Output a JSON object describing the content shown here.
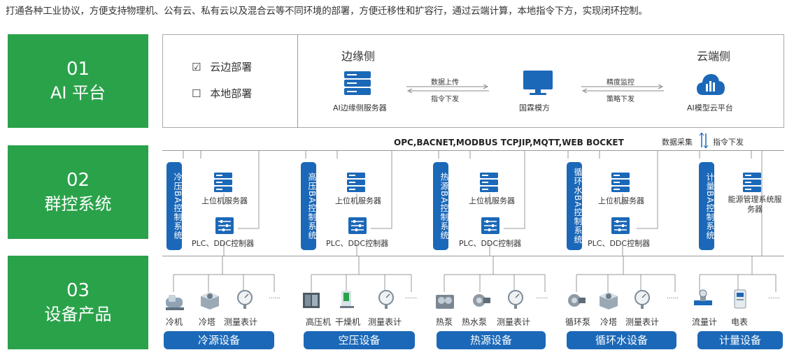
{
  "headline": "打通各种工业协议，方便支持物理机、公有云、私有云以及混合云等不同环境的部署，方便迁移性和扩容行，通过云端计算，本地指令下方，实现闭环控制。",
  "levels": [
    {
      "num": "01",
      "title": "AI 平台"
    },
    {
      "num": "02",
      "title": "群控系统"
    },
    {
      "num": "03",
      "title": "设备产品"
    }
  ],
  "deploy": {
    "option1": "云边部署",
    "option2": "本地部署",
    "check1": "☑",
    "check2": "☐"
  },
  "ai": {
    "edge_title": "边缘侧",
    "cloud_title": "云端侧",
    "edge_server": "AI边缘侧服务器",
    "center": "国霖模方",
    "cloud_platform": "AI模型云平台",
    "arrow1_top": "数据上传",
    "arrow1_bottom": "指令下发",
    "arrow2_top": "精度监控",
    "arrow2_bottom": "策略下发"
  },
  "protocols": "OPC,BACNET,MODBUS TCPJIP,MQTT,WEB BOCKET",
  "collect": {
    "left": "数据采集",
    "right": "指令下发"
  },
  "systems": [
    {
      "name": "冷压BA控制系统",
      "server": "上位机服务器",
      "plc": "PLC、DDC控制器"
    },
    {
      "name": "高压BA控制系统",
      "server": "上位机服务器",
      "plc": "PLC、DDC控制器"
    },
    {
      "name": "热源BA控制系统",
      "server": "上位机服务器",
      "plc": "PLC、DDC控制器"
    },
    {
      "name": "循环水BA控制系统",
      "server": "上位机服务器",
      "plc": "PLC、DDC控制器"
    },
    {
      "name": "计量BA控制系统",
      "server": "能源管理系统服务器"
    }
  ],
  "dots": "......",
  "groups": [
    {
      "name": "冷源设备",
      "items": [
        "冷机",
        "冷塔",
        "测量表计"
      ]
    },
    {
      "name": "空压设备",
      "items": [
        "高压机",
        "干燥机",
        "测量表计"
      ]
    },
    {
      "name": "热源设备",
      "items": [
        "热泵",
        "热水泵",
        "测量表计"
      ]
    },
    {
      "name": "循环水设备",
      "items": [
        "循环泵",
        "冷塔",
        "测量表计"
      ]
    },
    {
      "name": "计量设备",
      "items": [
        "流量计",
        "电表"
      ]
    }
  ],
  "colors": {
    "green": "#2aa24a",
    "blue": "#1b68b8",
    "line": "#999999"
  }
}
